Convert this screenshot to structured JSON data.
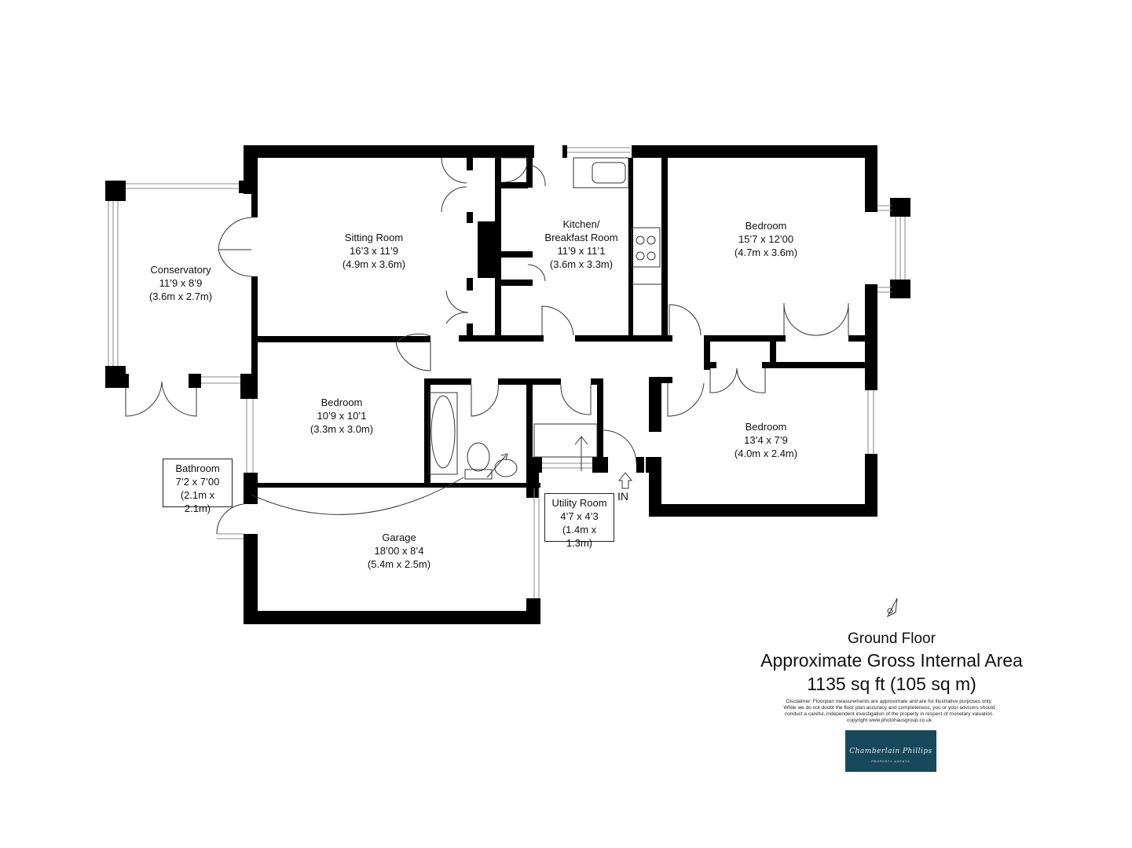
{
  "plan": {
    "rooms": [
      {
        "id": "conservatory",
        "name": "Conservatory",
        "imperial": "11’9 x 8’9",
        "metric": "(3.6m x 2.7m)"
      },
      {
        "id": "sitting",
        "name": "Sitting Room",
        "imperial": "16’3 x 11’9",
        "metric": "(4.9m x 3.6m)"
      },
      {
        "id": "kitchen",
        "name": "Kitchen/",
        "name2": "Breakfast Room",
        "imperial": "11’9 x 11’1",
        "metric": "(3.6m x 3.3m)"
      },
      {
        "id": "bedroom1",
        "name": "Bedroom",
        "imperial": "15’7 x 12’00",
        "metric": "(4.7m x 3.6m)"
      },
      {
        "id": "bedroom2",
        "name": "Bedroom",
        "imperial": "10’9 x 10’1",
        "metric": "(3.3m x 3.0m)"
      },
      {
        "id": "bedroom3",
        "name": "Bedroom",
        "imperial": "13’4 x 7’9",
        "metric": "(4.0m x 2.4m)"
      },
      {
        "id": "garage",
        "name": "Garage",
        "imperial": "18’00 x 8’4",
        "metric": "(5.4m x 2.5m)"
      }
    ],
    "boxed_rooms": [
      {
        "id": "bathroom",
        "name": "Bathroom",
        "imperial": "7’2 x 7’00",
        "metric": "(2.1m x 2.1m)"
      },
      {
        "id": "utility",
        "name": "Utility Room",
        "imperial": "4’7 x 4’3",
        "metric": "(1.4m x 1.3m)"
      }
    ],
    "entrance_label": "IN"
  },
  "summary": {
    "floor": "Ground Floor",
    "area_title": "Approximate Gross Internal Area",
    "area_value": "1135 sq ft  (105 sq m)"
  },
  "disclaimer": [
    "Disclaimer: Floorplan measurements are approximate and are for illustrative purposes only.",
    "While we do not doubt the floor plan accuracy and completeness, you or your advisors should",
    "conduct a careful, independent investigation of the property in respect of monetary valuation.",
    "copyright www.photohausgroup.co.uk"
  ],
  "logo": {
    "text": "Chamberlain Phillips",
    "subtext": "PROPERTY AGENTS",
    "background": "#17495a"
  },
  "colors": {
    "wall": "#000000",
    "window": "#777777"
  }
}
